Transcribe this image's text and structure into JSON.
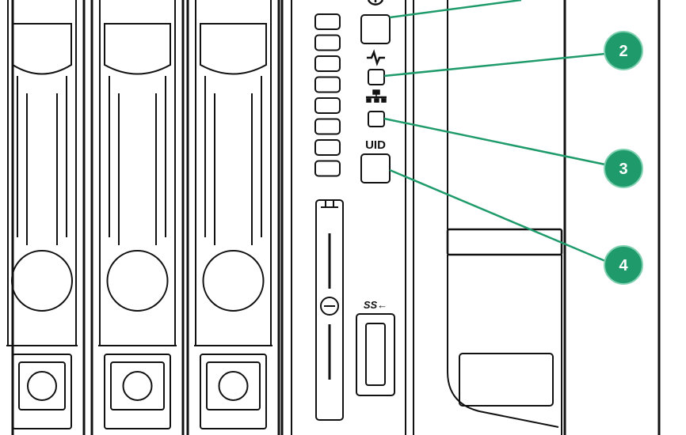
{
  "colors": {
    "line": "#111111",
    "callout": "#1f9b6b",
    "callout_text": "#ffffff",
    "background": "#ffffff"
  },
  "panel": {
    "drive_bays": [
      {
        "name": "drive-bay-1"
      },
      {
        "name": "drive-bay-2"
      },
      {
        "name": "drive-bay-3"
      }
    ],
    "uid_label": "UID",
    "usb_label": "SS←",
    "icons": {
      "power": "power-icon",
      "health": "health-icon",
      "network": "network-icon",
      "usb": "usb-superspeed-icon",
      "pull_tab": "pull-tab-icon"
    }
  },
  "callouts": [
    {
      "number": "2",
      "target": "health-led"
    },
    {
      "number": "3",
      "target": "nic-led"
    },
    {
      "number": "4",
      "target": "uid-button"
    }
  ]
}
